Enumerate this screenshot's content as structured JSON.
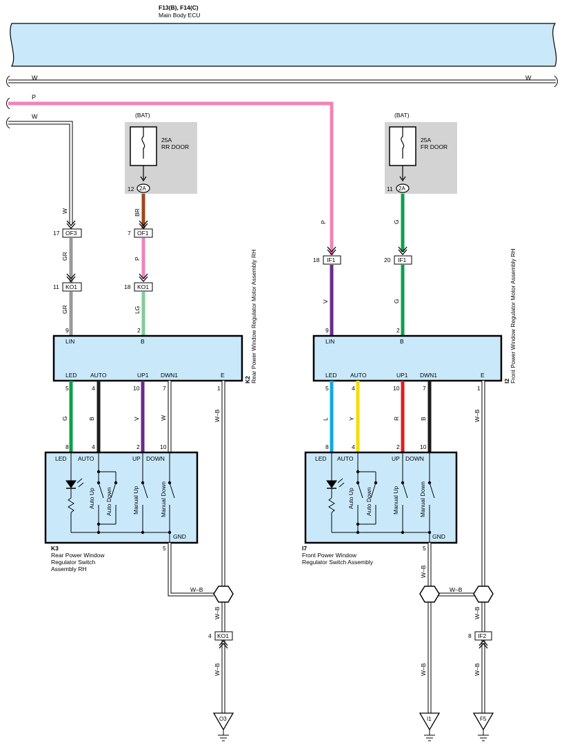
{
  "ecu": {
    "code": "F13(B), F14(C)",
    "name": "Main Body ECU"
  },
  "colors": {
    "W": "#ffffff",
    "P": "#ef84b7",
    "BR": "#9b4a1c",
    "GR": "#999999",
    "LG": "#86c99a",
    "V": "#6b2a8c",
    "G": "#0aa14a",
    "B": "#1c1c1c",
    "L": "#11a9e0",
    "Y": "#f5dd00",
    "R": "#e11b22",
    "box_fill": "#c9e9fb",
    "fuse_area": "#d3d3d3"
  },
  "bus_wires": {
    "w_top": "W",
    "p": "P",
    "w_drop": "W"
  },
  "fuses": [
    {
      "source": "(BAT)",
      "rating": "25A",
      "name": "RR DOOR",
      "pin": "12",
      "connector": "2A"
    },
    {
      "source": "(BAT)",
      "rating": "25A",
      "name": "FR DOOR",
      "pin": "11",
      "connector": "2A"
    }
  ],
  "connectors": {
    "of3": {
      "pin": "17",
      "name": "OF3"
    },
    "of1": {
      "pin": "7",
      "name": "OF1"
    },
    "ko1_a": {
      "pin": "11",
      "name": "KO1"
    },
    "ko1_b": {
      "pin": "18",
      "name": "KO1"
    },
    "if1_a": {
      "pin": "18",
      "name": "IF1"
    },
    "if1_b": {
      "pin": "20",
      "name": "IF1"
    },
    "ko1_gnd": {
      "pin": "4",
      "name": "KO1"
    },
    "if2_gnd": {
      "pin": "8",
      "name": "IF2"
    }
  },
  "wire_labels": {
    "rear_lin_upper": "W",
    "rear_lin_mid": "GR",
    "rear_lin_lower": "GR",
    "rear_b_upper": "BR",
    "rear_b_mid": "P",
    "rear_b_lower": "LG",
    "front_lin": "P",
    "front_lin_lower": "V",
    "front_b_upper": "G",
    "front_b_lower": "G"
  },
  "motors": [
    {
      "id": "K2",
      "name": "Rear Power Window Regulator Motor Assembly RH",
      "top_pins": [
        {
          "label": "LIN",
          "num": "9"
        },
        {
          "label": "B",
          "num": "2"
        }
      ],
      "bottom_pins": [
        {
          "label": "LED",
          "num": "5",
          "wire": "G"
        },
        {
          "label": "AUTO",
          "num": "4",
          "wire": "B"
        },
        {
          "label": "UP1",
          "num": "10",
          "wire": "V"
        },
        {
          "label": "DWN1",
          "num": "7",
          "wire": "W"
        },
        {
          "label": "E",
          "num": "1",
          "wire": "W–B"
        }
      ]
    },
    {
      "id": "I2",
      "name": "Front Power Window Regulator Motor Assembly RH",
      "top_pins": [
        {
          "label": "LIN",
          "num": "9"
        },
        {
          "label": "B",
          "num": "2"
        }
      ],
      "bottom_pins": [
        {
          "label": "LED",
          "num": "5",
          "wire": "L"
        },
        {
          "label": "AUTO",
          "num": "4",
          "wire": "Y"
        },
        {
          "label": "UP1",
          "num": "10",
          "wire": "R"
        },
        {
          "label": "DWN1",
          "num": "7",
          "wire": "B"
        },
        {
          "label": "E",
          "num": "1",
          "wire": "W–B"
        }
      ]
    }
  ],
  "switches": [
    {
      "id": "K3",
      "name": "Rear Power Window Regulator Switch Assembly RH",
      "name_lines": [
        "Rear Power Window",
        "Regulator Switch",
        "Assembly RH"
      ],
      "top_pins": [
        {
          "label": "LED",
          "num": "8"
        },
        {
          "label": "AUTO",
          "num": "4"
        },
        {
          "label": "UP",
          "num": "2"
        },
        {
          "label": "DOWN",
          "num": "10"
        }
      ],
      "gnd": {
        "label": "GND",
        "num": "5"
      },
      "switch_labels": [
        "Auto Up",
        "Auto Down",
        "Manual Up",
        "Manual Down"
      ]
    },
    {
      "id": "I7",
      "name": "Front Power Window Regulator Switch Assembly",
      "name_lines": [
        "Front Power Window",
        "Regulator Switch Assembly"
      ],
      "top_pins": [
        {
          "label": "LED",
          "num": "8"
        },
        {
          "label": "AUTO",
          "num": "4"
        },
        {
          "label": "UP",
          "num": "2"
        },
        {
          "label": "DOWN",
          "num": "10"
        }
      ],
      "gnd": {
        "label": "GND",
        "num": "5"
      },
      "switch_labels": [
        "Auto Up",
        "Auto Down",
        "Manual Up",
        "Manual Down"
      ]
    }
  ],
  "ground_wires": {
    "rear_horizontal": "W–B",
    "rear_down": "W–B",
    "rear_bottom": "W–B",
    "front_sw": "W–B",
    "front_horizontal": "W–B",
    "front_down": "W–B",
    "front_bottom_left": "W–B",
    "front_bottom_right": "W–B"
  },
  "grounds": [
    {
      "name": "O3"
    },
    {
      "name": "I1"
    },
    {
      "name": "F5"
    }
  ]
}
